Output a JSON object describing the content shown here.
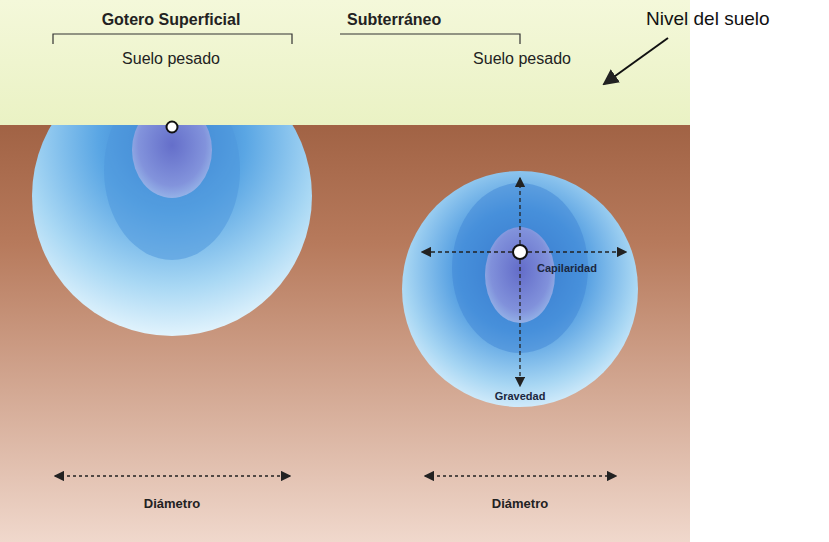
{
  "diagram": {
    "labels": [
      "Gotero Superficial",
      "Subterráneo",
      "Suelo pesado",
      "Suelo pesado",
      "Nivel del suelo",
      "Capilaridad",
      "Gravedad",
      "Diámetro",
      "Diámetro"
    ]
  }
}
